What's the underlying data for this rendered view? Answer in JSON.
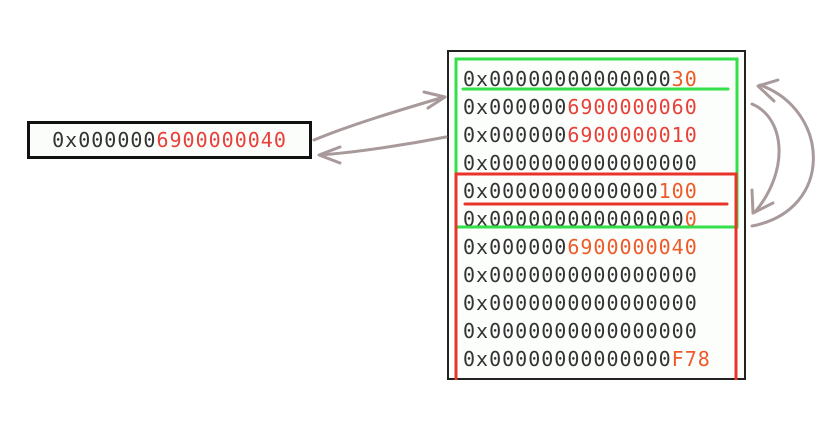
{
  "pointer": {
    "prefix": "0x000000",
    "suffix": "6900000040",
    "suffix_color": "#e8403a"
  },
  "memory_rows": [
    {
      "black": "0x00000000000000",
      "colored": "30",
      "color": "#ee5a2a"
    },
    {
      "black": "0x000000",
      "colored": "6900000060",
      "color": "#e8403a"
    },
    {
      "black": "0x000000",
      "colored": "6900000010",
      "color": "#e8403a"
    },
    {
      "black": "0x0000000000000000",
      "colored": "",
      "color": "#333333"
    },
    {
      "black": "0x0000000000000",
      "colored": "100",
      "color": "#ee5a2a"
    },
    {
      "black": "0x000000000000000",
      "colored": "0",
      "color": "#ee5a2a"
    },
    {
      "black": "0x000000",
      "colored": "6900000040",
      "color": "#ee5a2a"
    },
    {
      "black": "0x0000000000000000",
      "colored": "",
      "color": "#333333"
    },
    {
      "black": "0x0000000000000000",
      "colored": "",
      "color": "#333333"
    },
    {
      "black": "0x0000000000000000",
      "colored": "",
      "color": "#333333"
    },
    {
      "black": "0x00000000000000",
      "colored": "F78",
      "color": "#ee5a2a"
    }
  ],
  "colors": {
    "green_highlight": "#33e04a",
    "red_highlight": "#e8342a",
    "arrow": "#a89a9a",
    "border": "#222222"
  }
}
